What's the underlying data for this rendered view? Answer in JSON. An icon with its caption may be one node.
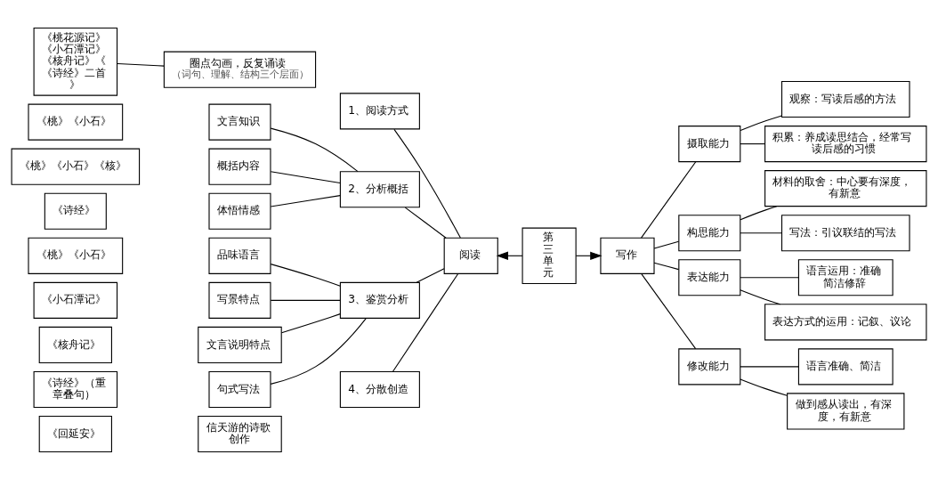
{
  "diagram": {
    "nodes": [
      {
        "text": [
          "第三单元"
        ]
      },
      {
        "text": [
          "阅读"
        ]
      },
      {
        "text": [
          "写作"
        ]
      },
      {
        "text": [
          "1、阅读方式"
        ]
      },
      {
        "text": [
          "2、分析概括"
        ]
      },
      {
        "text": [
          "3、鉴赏分析"
        ]
      },
      {
        "text": [
          "4、分散创造"
        ]
      },
      {
        "text": [
          "圈点勾画，反复诵读",
          "（词句、理解、结构三个层面）"
        ]
      },
      {
        "text": [
          "《桃花源记》《小石潭记》《核舟记》《《诗经》二首》"
        ]
      },
      {
        "text": [
          "文言知识"
        ]
      },
      {
        "text": [
          "概括内容"
        ]
      },
      {
        "text": [
          "体悟情感"
        ]
      },
      {
        "text": [
          "《桃》《小石》"
        ]
      },
      {
        "text": [
          "《桃》《小石》《核》"
        ]
      },
      {
        "text": [
          "《诗经》"
        ]
      },
      {
        "text": [
          "品味语言"
        ]
      },
      {
        "text": [
          "写景特点"
        ]
      },
      {
        "text": [
          "文言说明特点"
        ]
      },
      {
        "text": [
          "句式写法"
        ]
      },
      {
        "text": [
          "《桃》《小石》"
        ]
      },
      {
        "text": [
          "《小石潭记》"
        ]
      },
      {
        "text": [
          "《核舟记》"
        ]
      },
      {
        "text": [
          "《诗经》（重章叠句）"
        ]
      },
      {
        "text": [
          "信天游的诗歌创作"
        ]
      },
      {
        "text": [
          "《回延安》"
        ]
      },
      {
        "text": [
          "摄取能力"
        ]
      },
      {
        "text": [
          "构思能力"
        ]
      },
      {
        "text": [
          "表达能力"
        ]
      },
      {
        "text": [
          "修改能力"
        ]
      },
      {
        "text": [
          "观察：写读后感的方法"
        ]
      },
      {
        "text": [
          "积累：养成读思结合，经常写读后感的习惯"
        ]
      },
      {
        "text": [
          "材料的取舍：中心要有深度，有新意"
        ]
      },
      {
        "text": [
          "写法：引议联结的写法"
        ]
      },
      {
        "text": [
          "语言运用：准确简洁修辞"
        ]
      },
      {
        "text": [
          "表达方式的运用：记叙、议论"
        ]
      },
      {
        "text": [
          "语言准确、简洁"
        ]
      },
      {
        "text": [
          "做到感从读出，有深度，有新意"
        ]
      }
    ],
    "edges": [
      {
        "from": 0,
        "to": 1,
        "arrow": "to"
      },
      {
        "from": 0,
        "to": 2,
        "arrow": "to"
      },
      {
        "from": 1,
        "to": 3,
        "arrow": "none"
      },
      {
        "from": 1,
        "to": 4,
        "arrow": "none"
      },
      {
        "from": 1,
        "to": 5,
        "arrow": "none"
      },
      {
        "from": 1,
        "to": 6,
        "arrow": "none"
      },
      {
        "from": 7,
        "to": 8,
        "arrow": "none"
      },
      {
        "from": 4,
        "to": 9,
        "arrow": "none"
      },
      {
        "from": 4,
        "to": 10,
        "arrow": "none"
      },
      {
        "from": 4,
        "to": 11,
        "arrow": "none"
      },
      {
        "from": 5,
        "to": 15,
        "arrow": "none"
      },
      {
        "from": 5,
        "to": 16,
        "arrow": "none"
      },
      {
        "from": 5,
        "to": 17,
        "arrow": "none"
      },
      {
        "from": 5,
        "to": 18,
        "arrow": "none"
      },
      {
        "from": 2,
        "to": 25,
        "arrow": "none"
      },
      {
        "from": 2,
        "to": 26,
        "arrow": "none"
      },
      {
        "from": 2,
        "to": 27,
        "arrow": "none"
      },
      {
        "from": 2,
        "to": 28,
        "arrow": "none"
      },
      {
        "from": 25,
        "to": 29,
        "arrow": "none"
      },
      {
        "from": 25,
        "to": 30,
        "arrow": "none"
      },
      {
        "from": 26,
        "to": 31,
        "arrow": "none"
      },
      {
        "from": 26,
        "to": 32,
        "arrow": "none"
      },
      {
        "from": 27,
        "to": 33,
        "arrow": "none"
      },
      {
        "from": 27,
        "to": 34,
        "arrow": "none"
      },
      {
        "from": 28,
        "to": 35,
        "arrow": "none"
      },
      {
        "from": 28,
        "to": 36,
        "arrow": "none"
      }
    ]
  }
}
